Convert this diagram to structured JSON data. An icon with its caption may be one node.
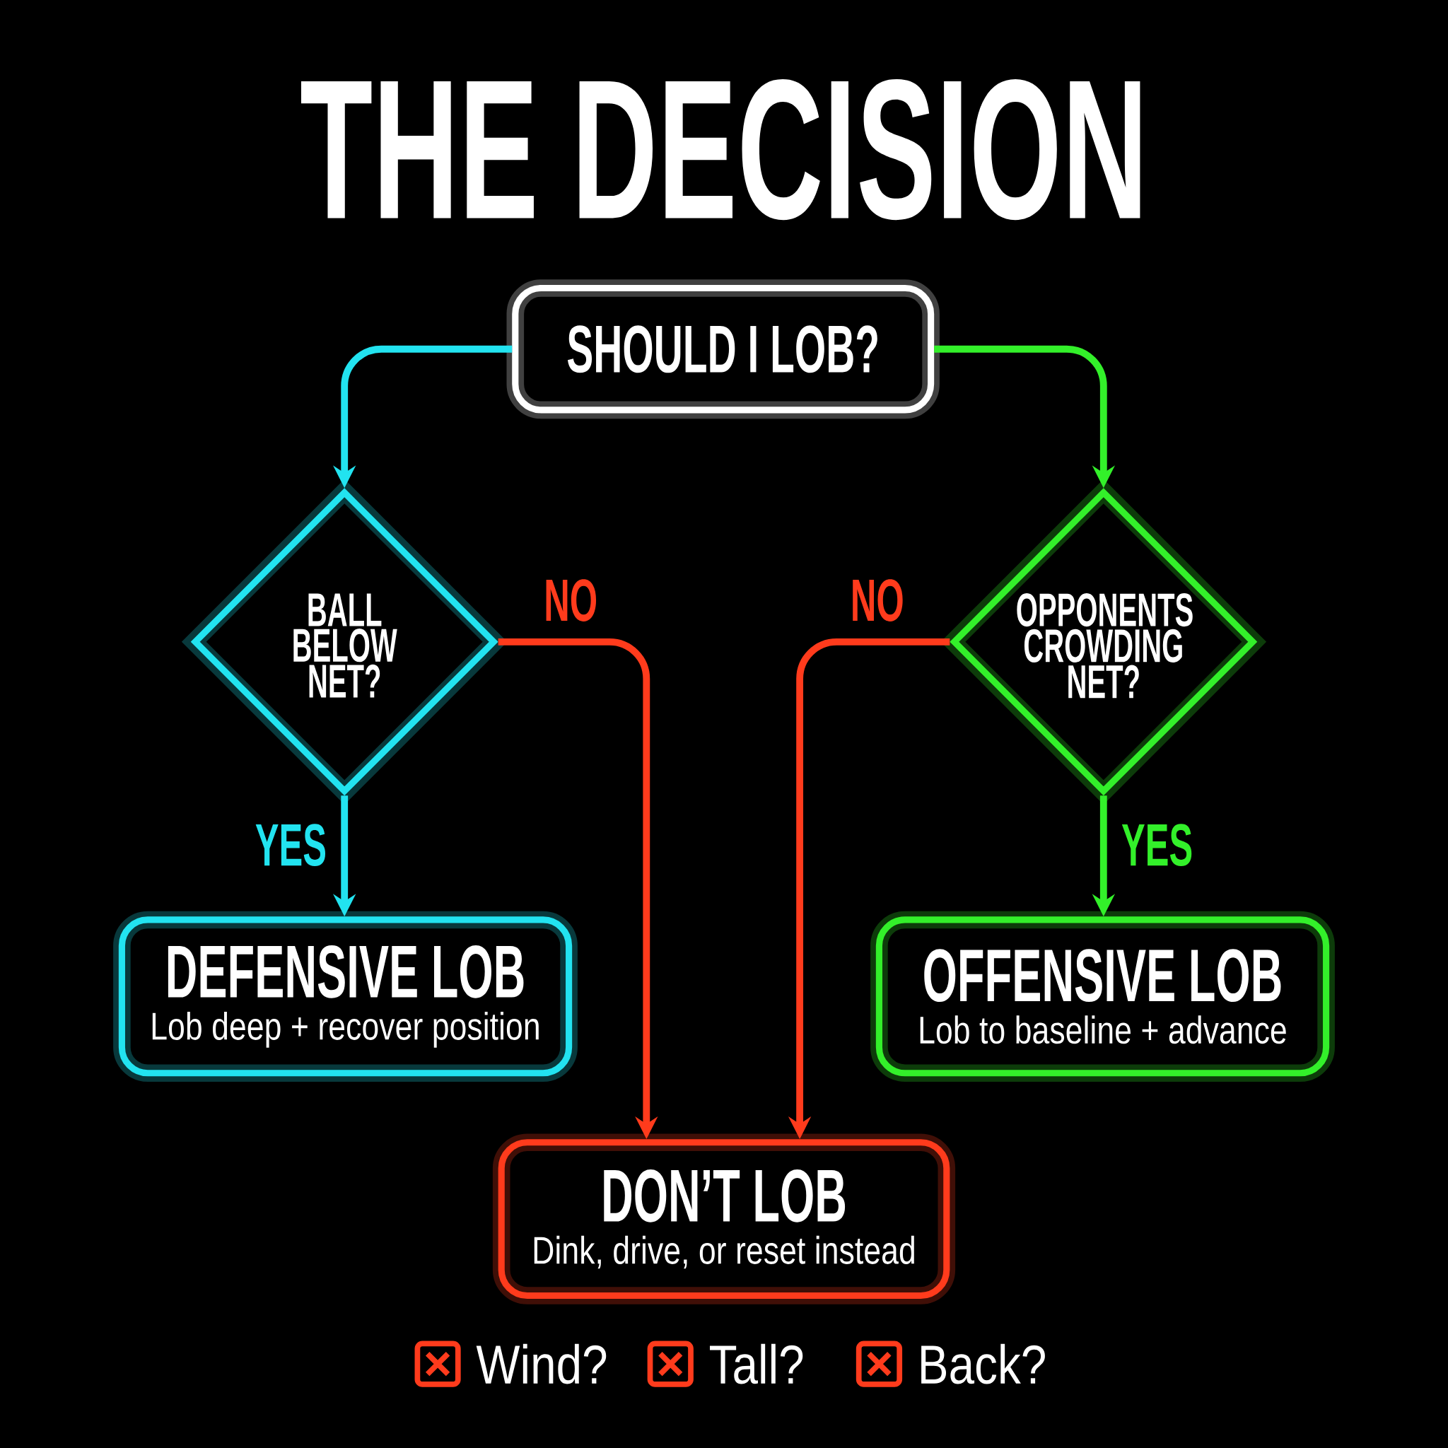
{
  "diagram": {
    "title": "THE DECISION",
    "nodes": [
      {
        "text": [
          "SHOULD I LOB?"
        ]
      },
      {
        "text": [
          "BALL BELOW NET?"
        ]
      },
      {
        "text": [
          "OPPONENTS CROWDING NET?"
        ]
      },
      {
        "text": [
          "DEFENSIVE LOB",
          "Lob deep + recover position"
        ]
      },
      {
        "text": [
          "OFFENSIVE LOB",
          "Lob to baseline + advance"
        ]
      },
      {
        "text": [
          "DON’T LOB",
          "Dink, drive, or reset instead"
        ]
      }
    ],
    "edges": [
      {
        "from": 0,
        "to": 1,
        "arrow": "to",
        "color": "#22e3f0"
      },
      {
        "from": 0,
        "to": 2,
        "arrow": "to",
        "color": "#33f02a"
      },
      {
        "from": 1,
        "to": 3,
        "arrow": "to",
        "label": "YES",
        "color": "#22e3f0"
      },
      {
        "from": 2,
        "to": 4,
        "arrow": "to",
        "label": "YES",
        "color": "#33f02a"
      },
      {
        "from": 1,
        "to": 5,
        "arrow": "to",
        "label": "NO",
        "color": "#ff3b1c"
      },
      {
        "from": 2,
        "to": 5,
        "arrow": "to",
        "label": "NO",
        "color": "#ff3b1c"
      }
    ],
    "labels": [
      "Wind?",
      "Tall?",
      "Back?"
    ]
  }
}
